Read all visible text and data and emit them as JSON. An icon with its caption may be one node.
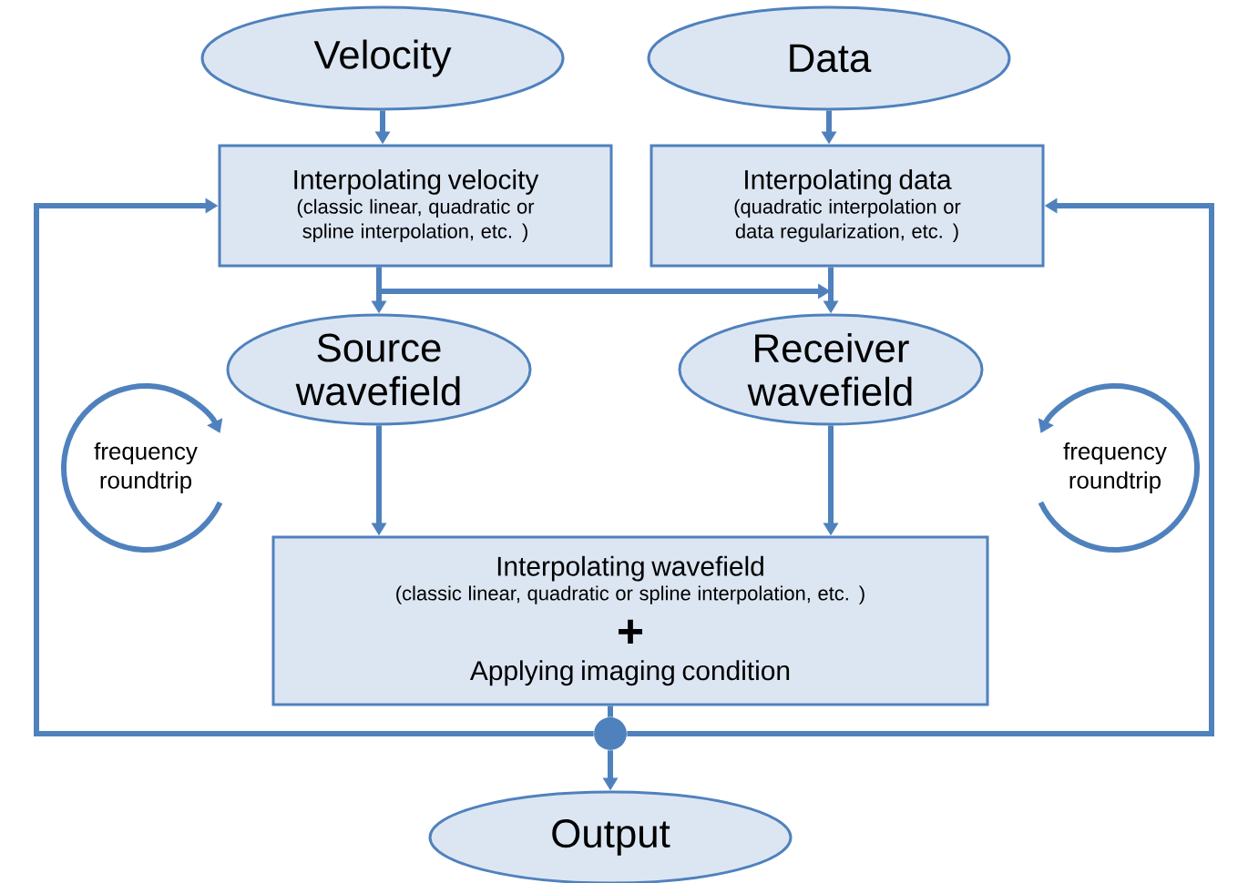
{
  "diagram": {
    "nodes": [
      {
        "text": [
          "Velocity"
        ]
      },
      {
        "text": [
          "Data"
        ]
      },
      {
        "text": [
          "Interpolating velocity",
          "(classic linear, quadratic or spline interpolation, etc. )"
        ]
      },
      {
        "text": [
          "Interpolating data",
          "(quadratic interpolation or data regularization, etc. )"
        ]
      },
      {
        "text": [
          "Source wavefield"
        ]
      },
      {
        "text": [
          "Receiver wavefield"
        ]
      },
      {
        "text": [
          "Interpolating wavefield",
          "(classic linear, quadratic or spline interpolation, etc. )",
          "+",
          "Applying imaging condition"
        ]
      },
      {
        "text": [],
        "shape": "circle"
      },
      {
        "text": [
          "Output"
        ]
      }
    ],
    "edges": [
      {
        "from": 0,
        "to": 2,
        "arrow": "to"
      },
      {
        "from": 1,
        "to": 3,
        "arrow": "to"
      },
      {
        "from": 2,
        "to": 4,
        "arrow": "to"
      },
      {
        "from": 3,
        "to": 5,
        "arrow": "to"
      },
      {
        "from": 2,
        "to": 5,
        "arrow": "to"
      },
      {
        "from": 4,
        "to": 6,
        "arrow": "to"
      },
      {
        "from": 5,
        "to": 6,
        "arrow": "to"
      },
      {
        "from": 6,
        "to": 7,
        "arrow": "none"
      },
      {
        "from": 7,
        "to": 8,
        "arrow": "to"
      },
      {
        "from": 7,
        "to": 2,
        "arrow": "to"
      },
      {
        "from": 7,
        "to": 3,
        "arrow": "to"
      }
    ],
    "labels": [
      "frequency roundtrip",
      "frequency roundtrip"
    ]
  }
}
